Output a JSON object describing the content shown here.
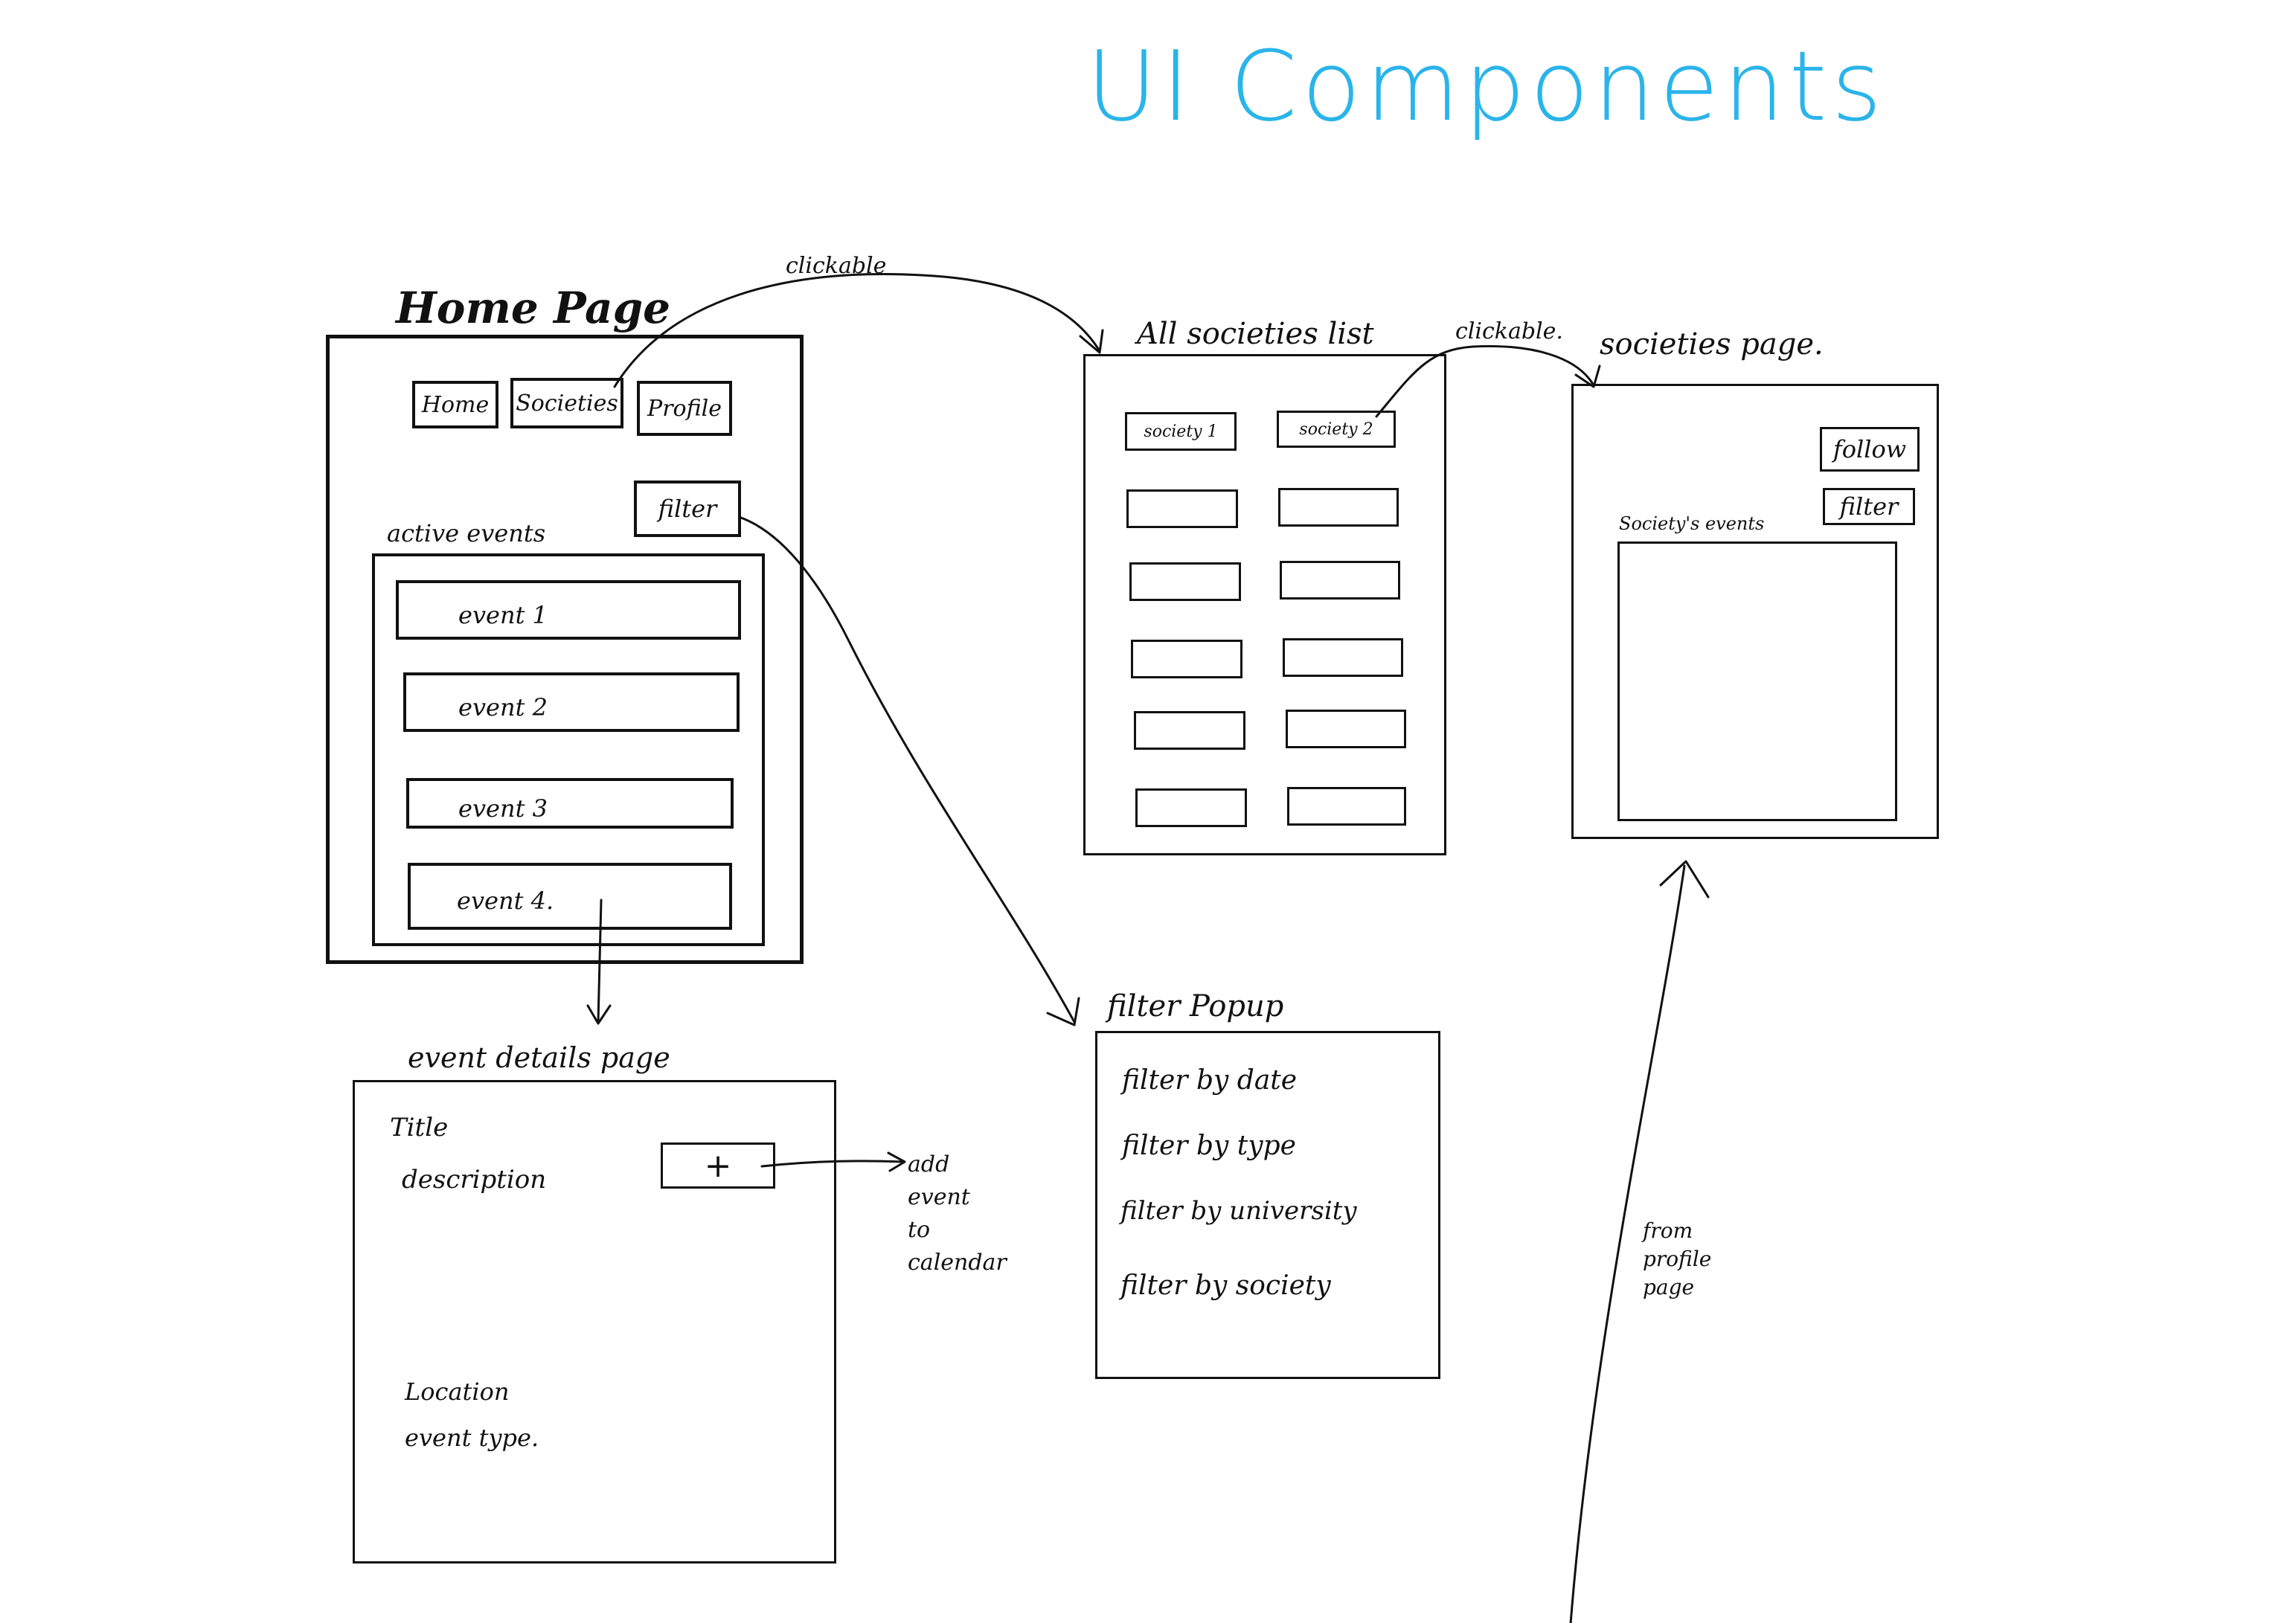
{
  "title": "UI Components",
  "accent_color": "#2ab4ea",
  "home_page": {
    "heading": "Home Page",
    "nav": [
      "Home",
      "Societies",
      "Profile"
    ],
    "filter_button": "filter",
    "active_events_label": "active events",
    "events": [
      "event 1",
      "event 2",
      "event 3",
      "event 4."
    ]
  },
  "societies_list": {
    "heading": "All societies list",
    "items": [
      "society 1",
      "society 2"
    ]
  },
  "society_page": {
    "heading": "societies page.",
    "follow_button": "follow",
    "filter_button": "filter",
    "events_label": "Society's events"
  },
  "event_details": {
    "heading": "event details page",
    "title": "Title",
    "description": "description",
    "add_button": "+",
    "location": "Location",
    "event_type": "event type."
  },
  "filter_popup": {
    "heading": "filter Popup",
    "options": [
      "filter by date",
      "filter by type",
      "filter by university",
      "filter by society"
    ]
  },
  "annotations": {
    "clickable_1": "clickable",
    "clickable_2": "clickable.",
    "add_to_calendar": [
      "add",
      "event",
      "to",
      "calendar"
    ],
    "from_profile": [
      "from",
      "profile",
      "page"
    ]
  }
}
